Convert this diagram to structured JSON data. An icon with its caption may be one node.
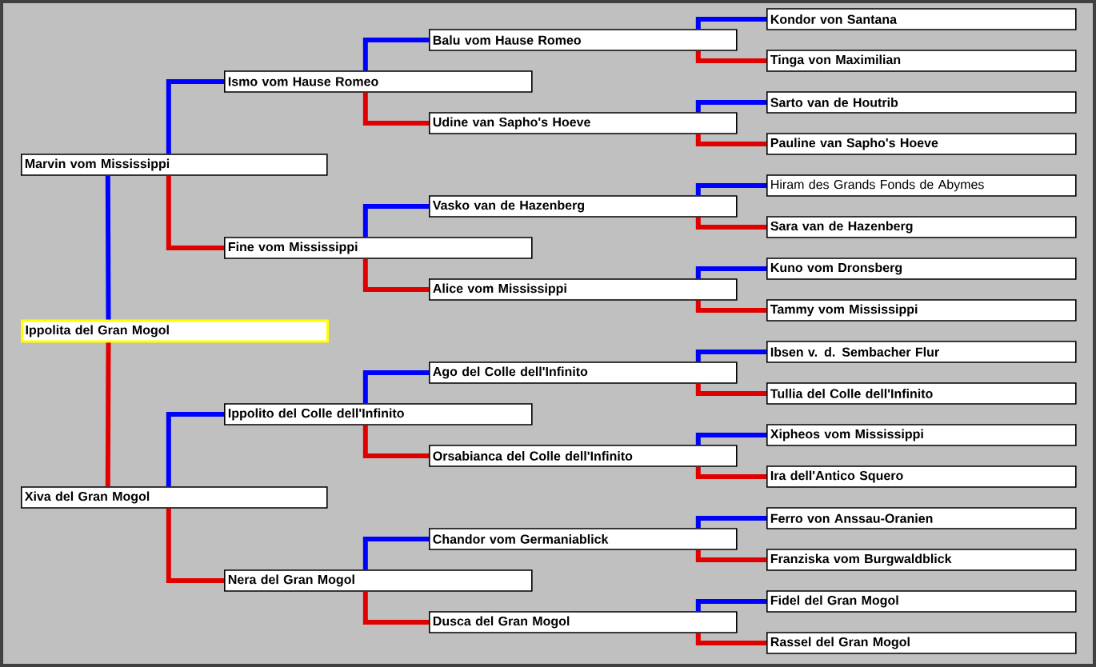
{
  "diagram": {
    "nodes": [
      {
        "text": [
          "Kondor von Santana"
        ]
      },
      {
        "text": [
          "Balu vom Hause Romeo"
        ]
      },
      {
        "text": [
          "Tinga von Maximilian"
        ]
      },
      {
        "text": [
          "Ismo vom Hause Romeo"
        ]
      },
      {
        "text": [
          "Sarto van de Houtrib"
        ]
      },
      {
        "text": [
          "Udine van Sapho's Hoeve"
        ]
      },
      {
        "text": [
          "Pauline van Sapho's Hoeve"
        ]
      },
      {
        "text": [
          "Marvin vom Mississippi"
        ]
      },
      {
        "text": [
          "Hiram des Grands Fonds de Abymes"
        ]
      },
      {
        "text": [
          "Vasko van de Hazenberg"
        ]
      },
      {
        "text": [
          "Sara van de Hazenberg"
        ]
      },
      {
        "text": [
          "Fine vom Mississippi"
        ]
      },
      {
        "text": [
          "Kuno vom Dronsberg"
        ]
      },
      {
        "text": [
          "Alice vom Mississippi"
        ]
      },
      {
        "text": [
          "Tammy vom Mississippi"
        ]
      },
      {
        "text": [
          "Ippolita del Gran Mogol"
        ]
      },
      {
        "text": [
          "Ibsen v. d. Sembacher Flur"
        ]
      },
      {
        "text": [
          "Ago del Colle dell'Infinito"
        ]
      },
      {
        "text": [
          "Tullia del Colle dell'Infinito"
        ]
      },
      {
        "text": [
          "Ippolito del Colle dell'Infinito"
        ]
      },
      {
        "text": [
          "Xipheos vom Mississippi"
        ]
      },
      {
        "text": [
          "Orsabianca del Colle dell'Infinito"
        ]
      },
      {
        "text": [
          "Ira dell'Antico Squero"
        ]
      },
      {
        "text": [
          "Xiva del Gran Mogol"
        ]
      },
      {
        "text": [
          "Ferro von Anssau-Oranien"
        ]
      },
      {
        "text": [
          "Chandor vom Germaniablick"
        ]
      },
      {
        "text": [
          "Franziska vom Burgwaldblick"
        ]
      },
      {
        "text": [
          "Nera del Gran Mogol"
        ]
      },
      {
        "text": [
          "Fidel del Gran Mogol"
        ]
      },
      {
        "text": [
          "Dusca del Gran Mogol"
        ]
      },
      {
        "text": [
          "Rassel del Gran Mogol"
        ]
      }
    ],
    "edges": [
      {
        "from": 1,
        "to": 0,
        "arrow": "none",
        "color": "#0000ff"
      },
      {
        "from": 1,
        "to": 2,
        "arrow": "none",
        "color": "#e00000"
      },
      {
        "from": 3,
        "to": 1,
        "arrow": "none",
        "color": "#0000ff"
      },
      {
        "from": 3,
        "to": 5,
        "arrow": "none",
        "color": "#e00000"
      },
      {
        "from": 5,
        "to": 4,
        "arrow": "none",
        "color": "#0000ff"
      },
      {
        "from": 5,
        "to": 6,
        "arrow": "none",
        "color": "#e00000"
      },
      {
        "from": 7,
        "to": 3,
        "arrow": "none",
        "color": "#0000ff"
      },
      {
        "from": 7,
        "to": 11,
        "arrow": "none",
        "color": "#e00000"
      },
      {
        "from": 9,
        "to": 8,
        "arrow": "none",
        "color": "#0000ff"
      },
      {
        "from": 9,
        "to": 10,
        "arrow": "none",
        "color": "#e00000"
      },
      {
        "from": 11,
        "to": 9,
        "arrow": "none",
        "color": "#0000ff"
      },
      {
        "from": 11,
        "to": 13,
        "arrow": "none",
        "color": "#e00000"
      },
      {
        "from": 13,
        "to": 12,
        "arrow": "none",
        "color": "#0000ff"
      },
      {
        "from": 13,
        "to": 14,
        "arrow": "none",
        "color": "#e00000"
      },
      {
        "from": 15,
        "to": 7,
        "arrow": "none",
        "color": "#0000ff"
      },
      {
        "from": 15,
        "to": 23,
        "arrow": "none",
        "color": "#e00000"
      },
      {
        "from": 17,
        "to": 16,
        "arrow": "none",
        "color": "#0000ff"
      },
      {
        "from": 17,
        "to": 18,
        "arrow": "none",
        "color": "#e00000"
      },
      {
        "from": 19,
        "to": 17,
        "arrow": "none",
        "color": "#0000ff"
      },
      {
        "from": 19,
        "to": 21,
        "arrow": "none",
        "color": "#e00000"
      },
      {
        "from": 21,
        "to": 20,
        "arrow": "none",
        "color": "#0000ff"
      },
      {
        "from": 21,
        "to": 22,
        "arrow": "none",
        "color": "#e00000"
      },
      {
        "from": 23,
        "to": 19,
        "arrow": "none",
        "color": "#0000ff"
      },
      {
        "from": 23,
        "to": 27,
        "arrow": "none",
        "color": "#e00000"
      },
      {
        "from": 25,
        "to": 24,
        "arrow": "none",
        "color": "#0000ff"
      },
      {
        "from": 25,
        "to": 26,
        "arrow": "none",
        "color": "#e00000"
      },
      {
        "from": 27,
        "to": 25,
        "arrow": "none",
        "color": "#0000ff"
      },
      {
        "from": 27,
        "to": 29,
        "arrow": "none",
        "color": "#e00000"
      },
      {
        "from": 29,
        "to": 28,
        "arrow": "none",
        "color": "#0000ff"
      },
      {
        "from": 29,
        "to": 30,
        "arrow": "none",
        "color": "#e00000"
      }
    ]
  }
}
